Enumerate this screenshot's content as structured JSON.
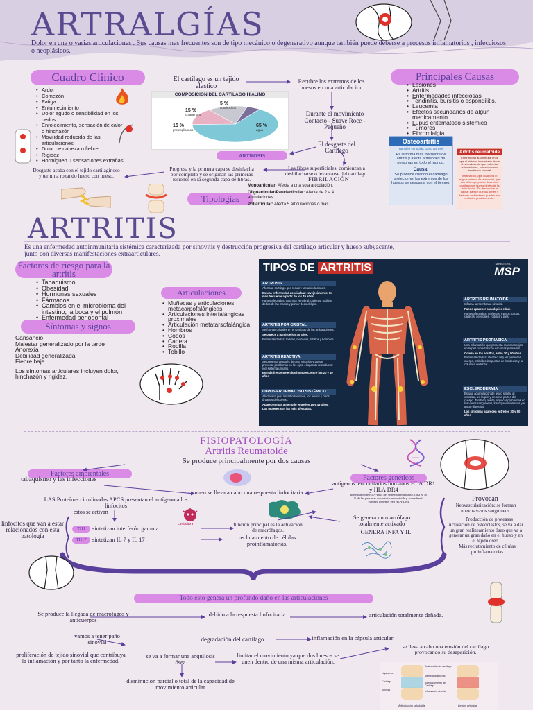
{
  "header": {
    "title": "ARTRALGÍAS",
    "intro": "Dolor en una o varias articulaciones . Sus causas mas frecuentes son de tipo mecánico  o degenerativo aunque también puede deberse a procesos inflamatorios , infecciosos o neoplásicos."
  },
  "cuadro": {
    "title": "Cuadro Clinico",
    "items": [
      "Ardor",
      "Comezón",
      "Fatiga",
      "Entumecimiento",
      "Dolor agudo o sensibilidad en los dedos",
      "Enrojecimiento, sensación de calor o hinchazón",
      "Movilidad reducida de las articulaciones",
      "Dolor de cabeza o fiebre",
      "Rigidez",
      "Hormigueo u sensaciones extrañas"
    ]
  },
  "cartilago": {
    "label": "El cartílago es un tejido elastico",
    "chart_title": "COMPOSICIÓN DEL CARTILAGO HIALINO",
    "recubre": "Recubre los extremos de los huesos en una articulacion",
    "durante": "Durante el movimiento Contacto - Suave Roce - Pequeño",
    "desgaste": "El desgaste del Cartilago",
    "fibras": "Las fibras superficiales, comienzan a deshilacharse o levantarse del cartilago.",
    "fibrilacion": "FIBRILACIÓN",
    "progresa": "Progresa y la primera capa se deshilacha por completo y se originan las primeras lesiones en la segunda capa de fibras.",
    "desgaste2": "Desgaste acaba con el tejido cartilaginoso y termina rozando hueso con hueso.",
    "artrosis": "ARTROSIS",
    "tipologias": "Tipologías",
    "mono_label": "Monoarticular:",
    "mono_text": "Afecta a una sola articulación.",
    "oligo_label": "Oligoarticular/Pauciarticular:",
    "oligo_text": "Afecta de 2 a 4 articulaciones.",
    "poli_label": "Poliarticular:",
    "poli_text": "Afecta 5 articulaciones o más."
  },
  "chart_data": {
    "type": "pie",
    "title": "COMPOSICIÓN DEL CARTILAGO HIALINO",
    "categories": [
      "agua",
      "colageno II",
      "proteoglicanos",
      "condrocitos"
    ],
    "values": [
      65,
      15,
      15,
      5
    ],
    "labels": [
      "65 %",
      "15 %",
      "15 %",
      "5 %"
    ],
    "colors": [
      "#7fc8d8",
      "#e8b2c4",
      "#c8c8d0",
      "#7a6f9a"
    ]
  },
  "causas": {
    "title": "Principales Causas",
    "items": [
      "Lesiones",
      "Artritis",
      "Enfermedades infecciosas",
      "Tendinitis, bursitis o espondilitis.",
      "Leucemia",
      "Efectos secundarios de algún medicamento.",
      "Lupus eritematoso sistémico",
      "Tumores",
      "Fibromialgia"
    ],
    "osteo_title": "Osteoartritis",
    "osteo_sub": "También conocida como artrosis",
    "osteo_text": "Es la forma más frecuente de artritis y afecta a millones de personas en todo el mundo.",
    "osteo_causa_label": "Causa:",
    "osteo_causa": "Se produce cuando el cartílago protector en los extremos de los huesos se desgasta con el tiempo.",
    "ar_title": "Artritis reumatoide",
    "ar_text1": "Enfermedad autoinmune en la que el sistema inmunitario ataca el revestimiento que rodea las articulaciones, conocido como membrana sinovial.",
    "ar_text2": "Inflamación, que ocasiona el engrosamiento de la sinovial, que con el tiempo puede destruir el cartílago y el hueso dentro de la articulación. Se desconoce la causa; parece que los genes y factores ambientales pueden ser un factor predisponente."
  },
  "artritis": {
    "title": "ARTRITIS",
    "desc": "Es una enfermedad autoinmunitaria sistémica caracterizada por sinovitis y destrucción progresiva del cartílago articular y hueso subyacente, junto con diversas manifestaciones extraarticulares.",
    "factores_title": "Factores de riesgo para la artritis",
    "factores": [
      "Tabaquismo",
      "Obesidad",
      "Hormonas sexuales",
      "Fármacos",
      "Cambios en el microbioma del intestino, la boca y el pulmón",
      "Enfermedad periodontal"
    ],
    "articulaciones_title": "Articulaciones",
    "articulaciones": [
      "Muñecas y articulaciones metacarpofalángicas",
      "Articulaciones interfalángicas proximales",
      "Articulación metatarsofalángica",
      "Hombros",
      "Codos",
      "Cadera",
      "Rodilla",
      "Tobillo"
    ],
    "sintomas_title": "Síntomas y signos",
    "sintomas": [
      "Cansancio",
      "Malestar generalizado por la tarde",
      "Anorexia",
      "Debilidad generalizada",
      "Fiebre baja."
    ],
    "sintomas_extra": "Los síntomas articulares incluyen dolor, hinchazón y rigidez."
  },
  "tipos": {
    "title_a": "TIPOS DE ",
    "title_b": "ARTRITIS",
    "msp": "MSP",
    "msp_top": "MINISTERIO",
    "left": [
      {
        "name": "ARTROSIS",
        "body": "Afecta al cartílago que recubre las articulaciones.",
        "body2": "Es una enfermedad asociada al envejecimiento. Es más frecuente a partir de los 49 años.",
        "body3": "Partes afectadas: columna vertebral, caderas, rodillas, dedos de las manos y primer dedo del pie."
      },
      {
        "name": "ARTRITIS POR CRISTAL",
        "body": "Se forman cristales en el cartílago de las articulaciones.",
        "body2": "Se parece a partir de los 40 años.",
        "body3": "Partes afectadas: rodillas, muñecas, tobillos y hombros."
      },
      {
        "name": "ARTRITIS REACTIVA",
        "body": "Se presenta después de una infección y puede provocar problemas en los ojos, el aparato reproductor y el sistema urinario.",
        "body2": "Es más frecuente en los hombres, entre los 20 y 40 años",
        "body3": ""
      },
      {
        "name": "LUPUS ERITEMATOSO SISTÉMICO",
        "body": "Afecta a la piel, las articulaciones, los tejidos y otros órganos del cuerpo.",
        "body2": "Aparecen más a menudo entre los 15 y 45 años.",
        "body3": "Las mujeres son las más afectadas."
      }
    ],
    "right": [
      {
        "name": "ARTRITIS REUMATOIDE",
        "body": "Inflama la membrana sinovial.",
        "body2": "Puede aparecer a cualquier edad.",
        "body3": "Partes afectadas: muñecas, manos, codos, caderas, cervicales, rodillas y pies."
      },
      {
        "name": "ARTRITIS PSORIÁSICA",
        "body": "Una inflamación que presenta manchas rojas en la piel cubiertas con escamas plateadas.",
        "body2": "Ocurre en los adultos, entre 30 y 50 años.",
        "body3": "Partes afectadas: afecta cualquier parte del cuerpo, incluidas las puntas de los dedos y la columna vertebral."
      },
      {
        "name": "ESCLERODERMIA",
        "body": "Es una acumulación de tejido similar al cicatrizal, en la piel y en otras partes del cuerpo. También puede provocar problemas en los vasos sanguíneos, los órganos internos y el tracto digestivo.",
        "body2": "Los síntomas aparecen entre los 30 y 50 años",
        "body3": ""
      }
    ]
  },
  "fisio": {
    "title1": "FISIOPATOLOGÍA",
    "title2": "Artritis Reumatoide",
    "subtitle": "Se produce principalmente por dos causas",
    "amb_title": "Factores ambientales",
    "amb_text": "tabaquismo  y  las  infecciones",
    "gen_title": "Factores genéticos",
    "gen_text": "antígenos leucocitarios humanos HLA DR1 y HLA DR4",
    "gen_small": "genéticamente HLA-DR4 del sistema inmunitario. Casi el 70 % de las personas con artritis reumatoide y ascendencia europea tienen el gen HLA-DR4",
    "sueno": "se unen  se lleva  a  cabo  una respuesta linfocitaria.",
    "las_prot": "LAS Proteínas citrulinadas APCS presentan  el  antígeno  a  los  linfocitos",
    "activan": "estos se activan",
    "linfocitos": "linfocitos que van a estar relacionados con esta patología",
    "th1": "TH1",
    "th1_text": "sintetizan interferón gamma",
    "th17": "TH17",
    "th17_text": "sintetizan  IL 7  y  IL 17",
    "linfocito_label": "Linfocito T",
    "funcion": "función principal es la activación de macrófagos.",
    "reclut": "reclutamiento  de  células proinflamatorias.",
    "macrofago": "Se genera un macrófago totalmente activado",
    "genera": "GENERA INFA Y IL",
    "provocan": "Provocan",
    "neovas": "Neovascularización: se forman nuevos vasos sanguíneos.",
    "prod": "Producción de proteasas",
    "activacion": "Activación de osteoclastos, se va a dar un gran realineamiento óseo que va a generar un gran daño en el hueso y en el tejido óseo.",
    "mas_recl": "Más reclutamiento de células proinflamatorias",
    "todo": "Todo  esto  genera  un  profundo  daño  en  las  articulaciones",
    "llegada": "Se  produce  la  llegada  de macrófagos  y  anticuerpos",
    "debido": "debido a la respuesta linfocitaria",
    "articulacion": "articulación  totalmente dañada.",
    "dano": "vamos a tener paño sinovial",
    "degrad": "degradación  del  cartílago",
    "inflam": "inflamación  en  la  cápsula articular",
    "prolif": "proliferación de tejido sinovial que contribuya la inflamación y por tanto la enfermedad.",
    "anquilosis": "se va a formar una anquilosis ósea",
    "limitar": "limitar  el  movimiento  ya  que dos  huesos  se  unen  dentro  de una  misma  articulación.",
    "erosion": "se  lleva  a  cabo  una  erosión del  cartílago  provocando  su desaparición.",
    "disminucion": "disminución parcial o total de la capacidad de movimiento articular",
    "diag_labels": [
      "Ligamento",
      "Destrucción del cartílago",
      "Membrana sinovial",
      "Cartílago",
      "Adelgazamiento del Cartílago",
      "Sinovial",
      "Inflamación sinovial",
      "Articulación saludable",
      "Lesión articular"
    ]
  },
  "colors": {
    "accent": "#d98be6",
    "title": "#5b4a8f",
    "dark": "#1a2a4a",
    "red": "#c8302a"
  }
}
